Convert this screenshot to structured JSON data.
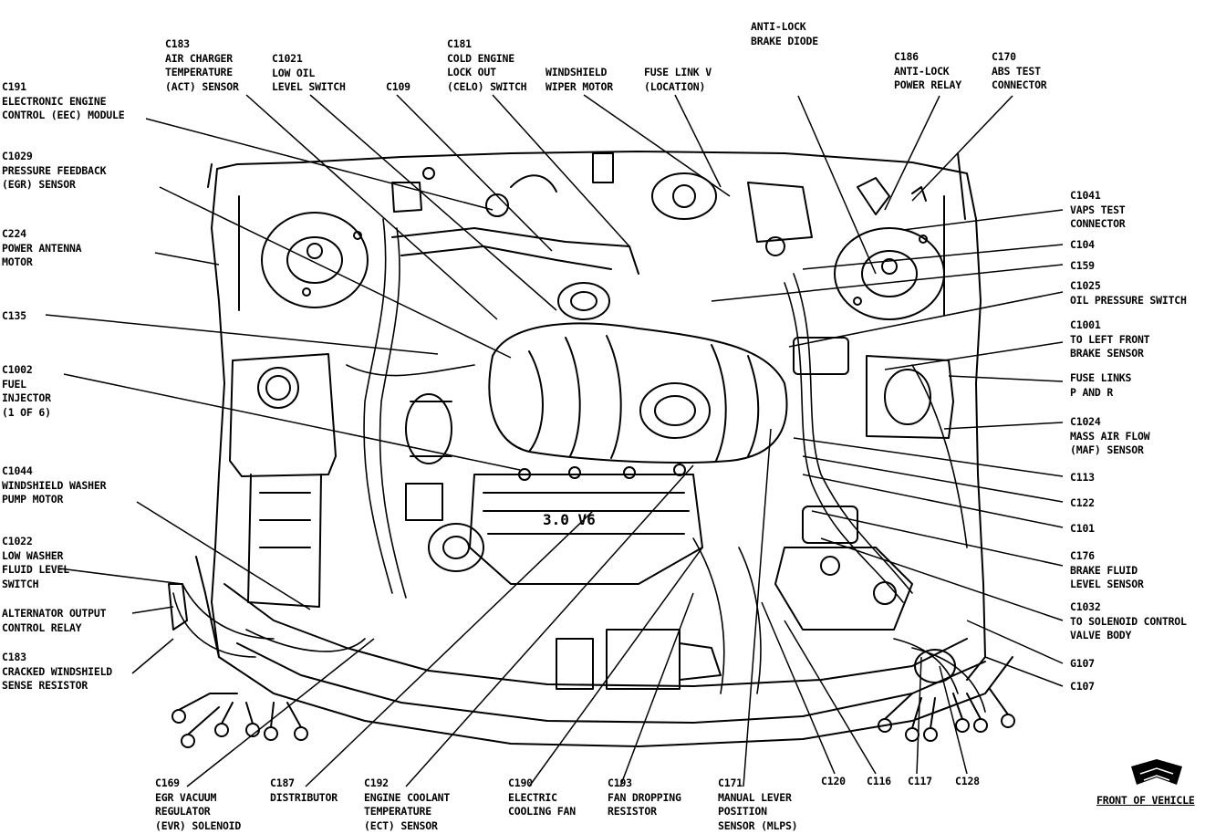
{
  "labels": {
    "c183_act": [
      "C183",
      "AIR CHARGER",
      "TEMPERATURE",
      "(ACT) SENSOR"
    ],
    "c1021": [
      "C1021",
      "LOW OIL",
      "LEVEL SWITCH"
    ],
    "c109": [
      "C109"
    ],
    "c181": [
      "C181",
      "COLD ENGINE",
      "LOCK OUT",
      "(CELO) SWITCH"
    ],
    "wiper": [
      "WINDSHIELD",
      "WIPER MOTOR"
    ],
    "fuselinkv": [
      "FUSE LINK V",
      "(LOCATION)"
    ],
    "antilockdiode": [
      "ANTI-LOCK",
      "BRAKE DIODE"
    ],
    "c186": [
      "C186",
      "ANTI-LOCK",
      "POWER RELAY"
    ],
    "c170": [
      "C170",
      "ABS TEST",
      "CONNECTOR"
    ],
    "c191": [
      "C191",
      "ELECTRONIC ENGINE",
      "CONTROL (EEC) MODULE"
    ],
    "c1029": [
      "C1029",
      "PRESSURE FEEDBACK",
      "(EGR) SENSOR"
    ],
    "c224": [
      "C224",
      "POWER ANTENNA",
      "MOTOR"
    ],
    "c135": [
      "C135"
    ],
    "c1002": [
      "C1002",
      "FUEL",
      "INJECTOR",
      "(1 OF 6)"
    ],
    "c1044": [
      "C1044",
      "WINDSHIELD WASHER",
      "PUMP MOTOR"
    ],
    "c1022": [
      "C1022",
      "LOW WASHER",
      "FLUID LEVEL",
      "SWITCH"
    ],
    "altrelay": [
      "ALTERNATOR OUTPUT",
      "CONTROL RELAY"
    ],
    "c183_crack": [
      "C183",
      "CRACKED WINDSHIELD",
      "SENSE RESISTOR"
    ],
    "c1041": [
      "C1041",
      "VAPS TEST",
      "CONNECTOR"
    ],
    "c104": [
      "C104"
    ],
    "c159": [
      "C159"
    ],
    "c1025": [
      "C1025",
      "OIL PRESSURE SWITCH"
    ],
    "c1001": [
      "C1001",
      "TO LEFT FRONT",
      "BRAKE SENSOR"
    ],
    "fuselinkspr": [
      "FUSE LINKS",
      "P AND R"
    ],
    "c1024": [
      "C1024",
      "MASS AIR FLOW",
      "(MAF) SENSOR"
    ],
    "c113": [
      "C113"
    ],
    "c122": [
      "C122"
    ],
    "c101": [
      "C101"
    ],
    "c176": [
      "C176",
      "BRAKE FLUID",
      "LEVEL SENSOR"
    ],
    "c1032": [
      "C1032",
      "TO SOLENOID CONTROL",
      "VALVE BODY"
    ],
    "g107": [
      "G107"
    ],
    "c107": [
      "C107"
    ],
    "c169": [
      "C169",
      "EGR VACUUM",
      "REGULATOR",
      "(EVR) SOLENOID"
    ],
    "c187": [
      "C187",
      "DISTRIBUTOR"
    ],
    "c192": [
      "C192",
      "ENGINE COOLANT",
      "TEMPERATURE",
      "(ECT) SENSOR"
    ],
    "c190": [
      "C190",
      "ELECTRIC",
      "COOLING FAN"
    ],
    "c193": [
      "C193",
      "FAN DROPPING",
      "RESISTOR"
    ],
    "c171": [
      "C171",
      "MANUAL LEVER",
      "POSITION",
      "SENSOR (MLPS)"
    ],
    "c120": [
      "C120"
    ],
    "c116": [
      "C116"
    ],
    "c117": [
      "C117"
    ],
    "c128": [
      "C128"
    ],
    "front": [
      "FRONT OF VEHICLE"
    ]
  },
  "engine_badge": "3.0 V6",
  "colors": {
    "ink": "#000000",
    "paper": "#ffffff"
  }
}
